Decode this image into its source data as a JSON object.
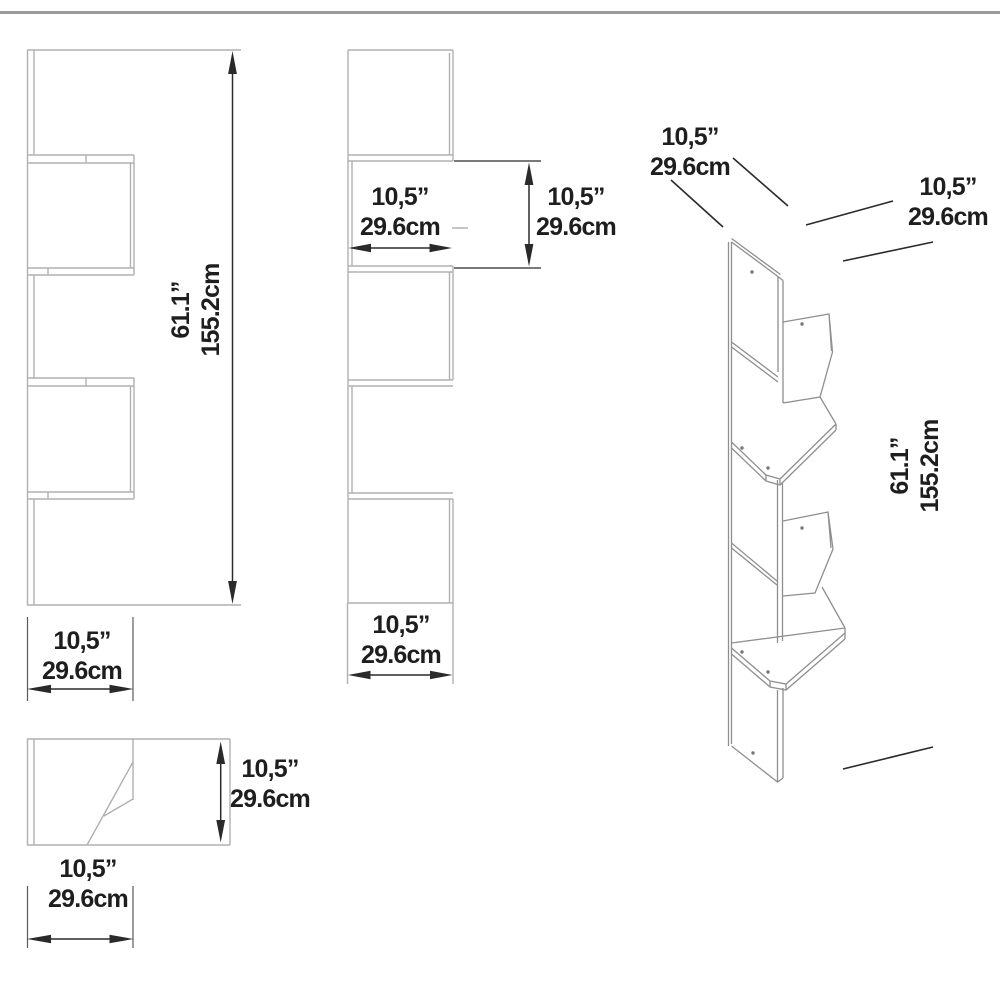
{
  "colors": {
    "background": "#ffffff",
    "top_rule": "#9a9a9a",
    "outline_2d": "#b0b0b0",
    "outline_3d": "#8f8f8f",
    "dimension": "#2a2a2a",
    "extension": "#5a5a5a",
    "text": "#1e1e1e"
  },
  "annotations": {
    "front_height": {
      "inches": "61.1”",
      "metric": "155.2cm"
    },
    "front_width": {
      "inches": "10,5”",
      "metric": "29.6cm"
    },
    "side_opening": {
      "inches": "10,5”",
      "metric": "29.6cm"
    },
    "side_height_right": {
      "inches": "10,5”",
      "metric": "29.6cm"
    },
    "side_width_bottom": {
      "inches": "10,5”",
      "metric": "29.6cm"
    },
    "persp_width_top": {
      "inches": "10,5”",
      "metric": "29.6cm"
    },
    "persp_depth_right": {
      "inches": "10,5”",
      "metric": "29.6cm"
    },
    "persp_height": {
      "inches": "61.1”",
      "metric": "155.2cm"
    },
    "plan_depth_right": {
      "inches": "10,5”",
      "metric": "29.6cm"
    },
    "plan_width_bottom": {
      "inches": "10,5”",
      "metric": "29.6cm"
    }
  }
}
